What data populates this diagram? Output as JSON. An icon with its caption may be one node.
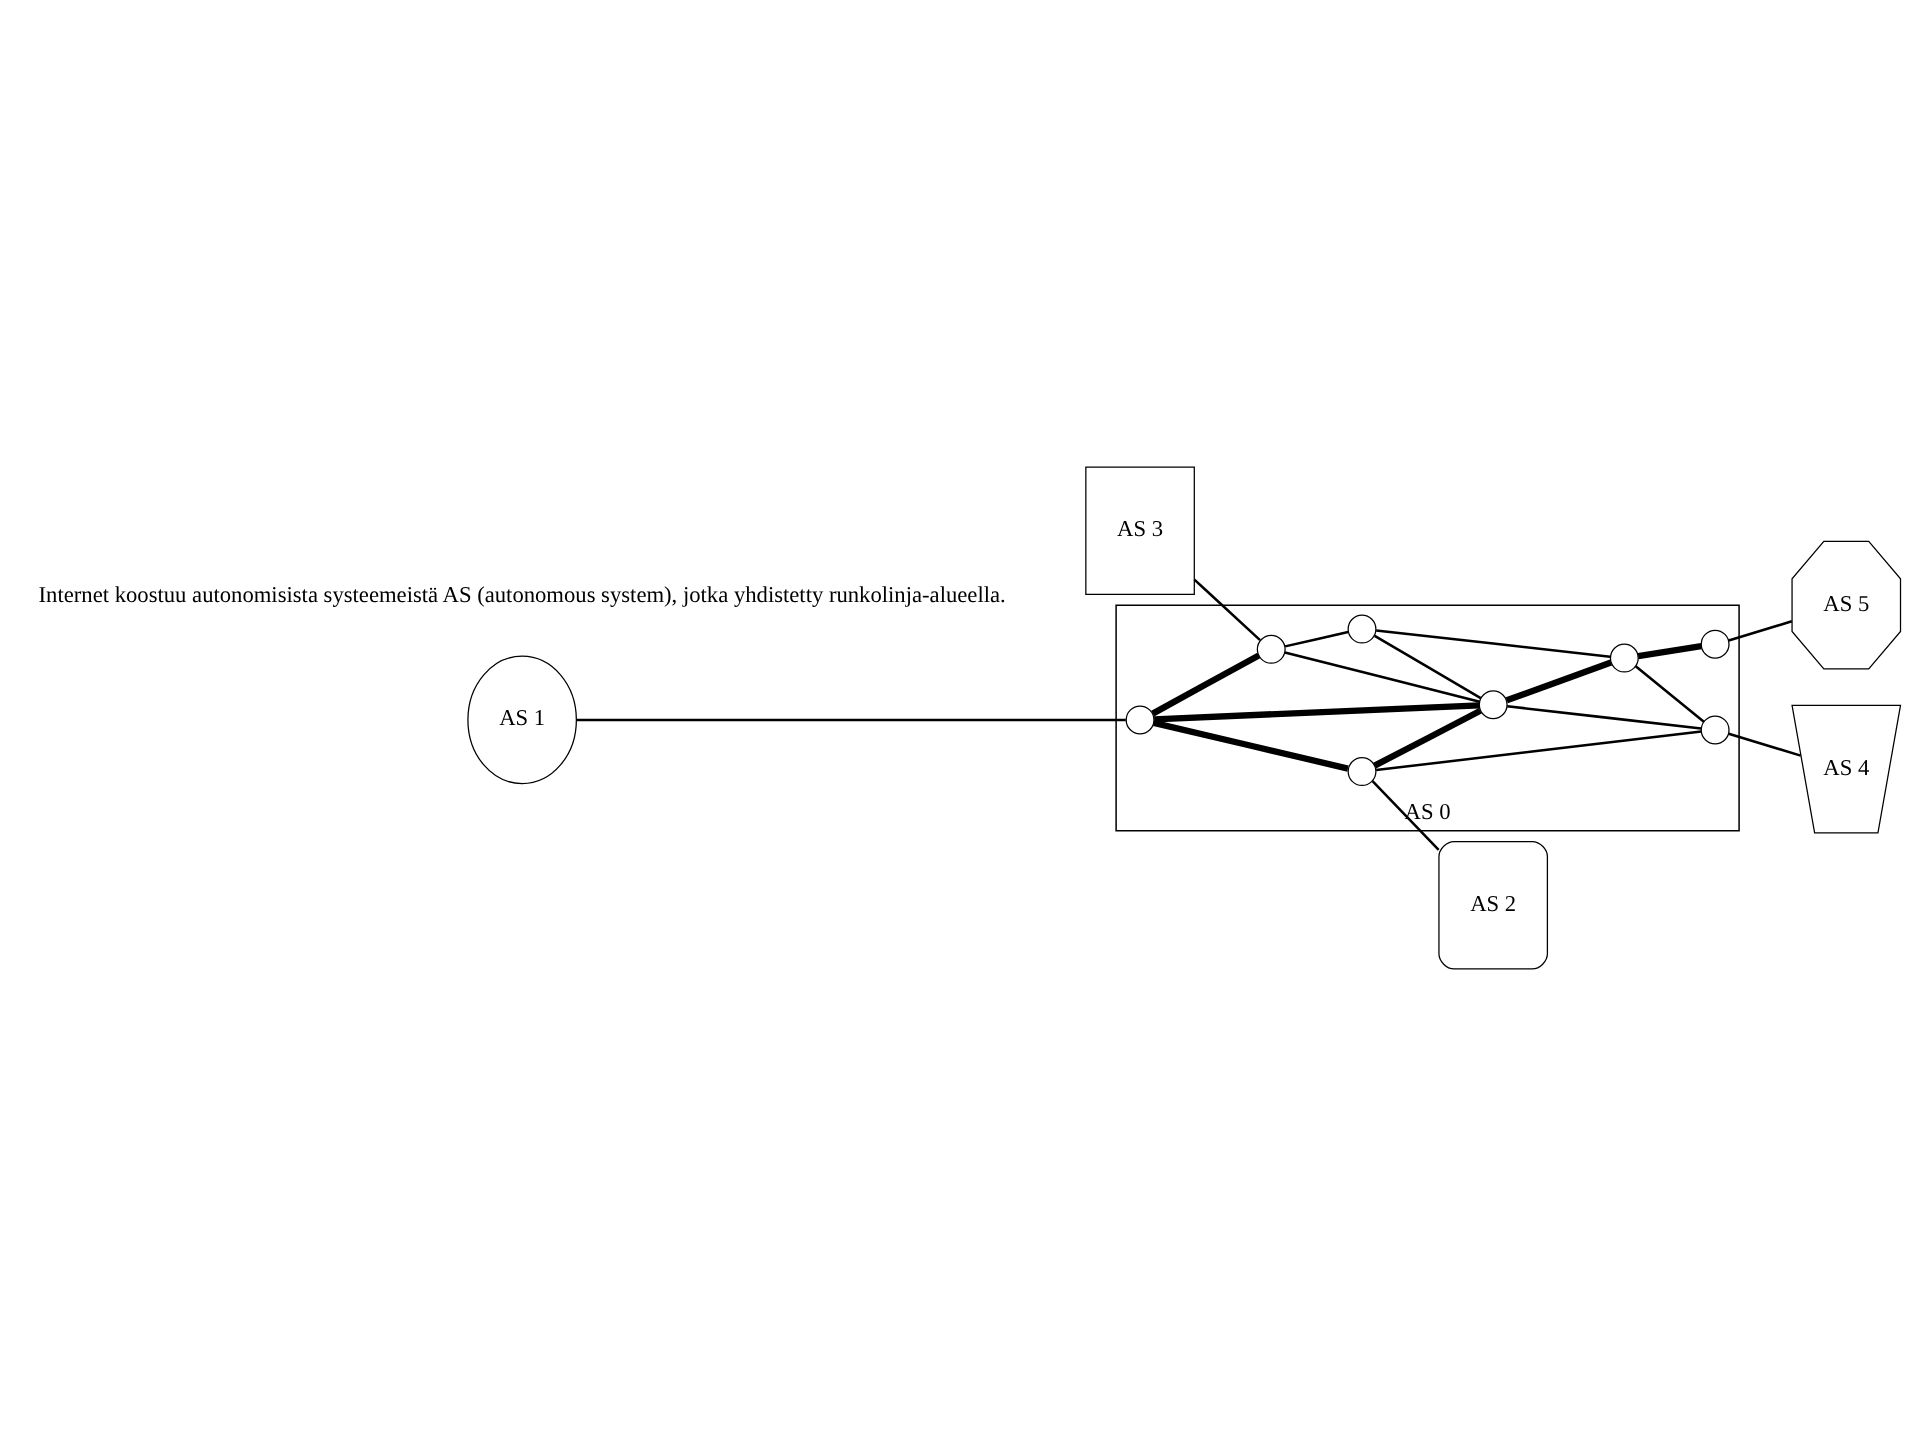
{
  "diagram": {
    "nodes": [
      {
        "text": [
          "AS 3"
        ]
      },
      {
        "text": [
          "AS 0"
        ]
      },
      {
        "text": [],
        "shape": "circle",
        "in": 1
      },
      {
        "text": [],
        "shape": "circle",
        "in": 1
      },
      {
        "text": [],
        "shape": "circle",
        "in": 1
      },
      {
        "text": [],
        "shape": "circle",
        "in": 1
      },
      {
        "text": [],
        "shape": "circle",
        "in": 1
      },
      {
        "text": [],
        "shape": "circle",
        "in": 1
      },
      {
        "text": [],
        "shape": "circle",
        "in": 1
      },
      {
        "text": [],
        "shape": "circle",
        "in": 1
      },
      {
        "text": [
          "AS 1"
        ]
      },
      {
        "text": [
          "AS 5"
        ]
      },
      {
        "text": [
          "AS 2"
        ]
      },
      {
        "text": [
          "AS 4"
        ]
      }
    ],
    "edges": [
      {
        "from": 0,
        "to": 2,
        "arrow": "none"
      },
      {
        "from": 10,
        "to": 4,
        "arrow": "none"
      },
      {
        "from": 7,
        "to": 11,
        "arrow": "none"
      },
      {
        "from": 8,
        "to": 12,
        "arrow": "none"
      },
      {
        "from": 9,
        "to": 13,
        "arrow": "none"
      },
      {
        "from": 4,
        "to": 2,
        "arrow": "none",
        "style": "thick"
      },
      {
        "from": 4,
        "to": 5,
        "arrow": "none",
        "style": "thick"
      },
      {
        "from": 4,
        "to": 8,
        "arrow": "none",
        "style": "thick"
      },
      {
        "from": 2,
        "to": 3,
        "arrow": "none"
      },
      {
        "from": 2,
        "to": 5,
        "arrow": "none"
      },
      {
        "from": 3,
        "to": 5,
        "arrow": "none"
      },
      {
        "from": 3,
        "to": 6,
        "arrow": "none"
      },
      {
        "from": 5,
        "to": 6,
        "arrow": "none",
        "style": "thick"
      },
      {
        "from": 6,
        "to": 7,
        "arrow": "none",
        "style": "thick"
      },
      {
        "from": 8,
        "to": 5,
        "arrow": "none",
        "style": "thick"
      },
      {
        "from": 8,
        "to": 9,
        "arrow": "none"
      },
      {
        "from": 5,
        "to": 9,
        "arrow": "none"
      },
      {
        "from": 6,
        "to": 9,
        "arrow": "none"
      }
    ],
    "labels": [
      "Internet koostuu autonomisista systeemeistä AS (autonomous system), jotka yhdistetty runkolinja-alueella."
    ]
  }
}
